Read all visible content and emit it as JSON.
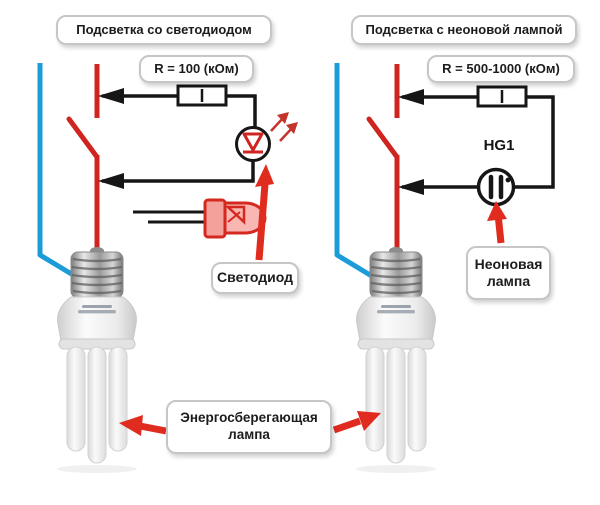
{
  "left_panel": {
    "title": "Подсветка со светодиодом",
    "resistor_value": "R = 100 (кОм)",
    "component_label": "Светодиод"
  },
  "right_panel": {
    "title": "Подсветка с неоновой лампой",
    "resistor_value": "R = 500-1000 (кОм)",
    "component_ref": "HG1",
    "component_label": "Неоновая лампа"
  },
  "shared": {
    "lamp_label": "Энергосберегающая лампа"
  },
  "icons": [
    "switch-symbol",
    "resistor-symbol",
    "led-symbol-icon",
    "neon-lamp-symbol-icon",
    "light-rays-icon",
    "led-component-image",
    "cfl-lamp-image",
    "pointer-arrow"
  ],
  "colors": {
    "wire_phase_red": "#cf2420",
    "wire_neutral_blue": "#1b9cd8",
    "wire_black": "#161616",
    "pointer_arrow_red": "#e02b1f",
    "bubble_border": "#c6c6c6",
    "background": "#ffffff"
  }
}
